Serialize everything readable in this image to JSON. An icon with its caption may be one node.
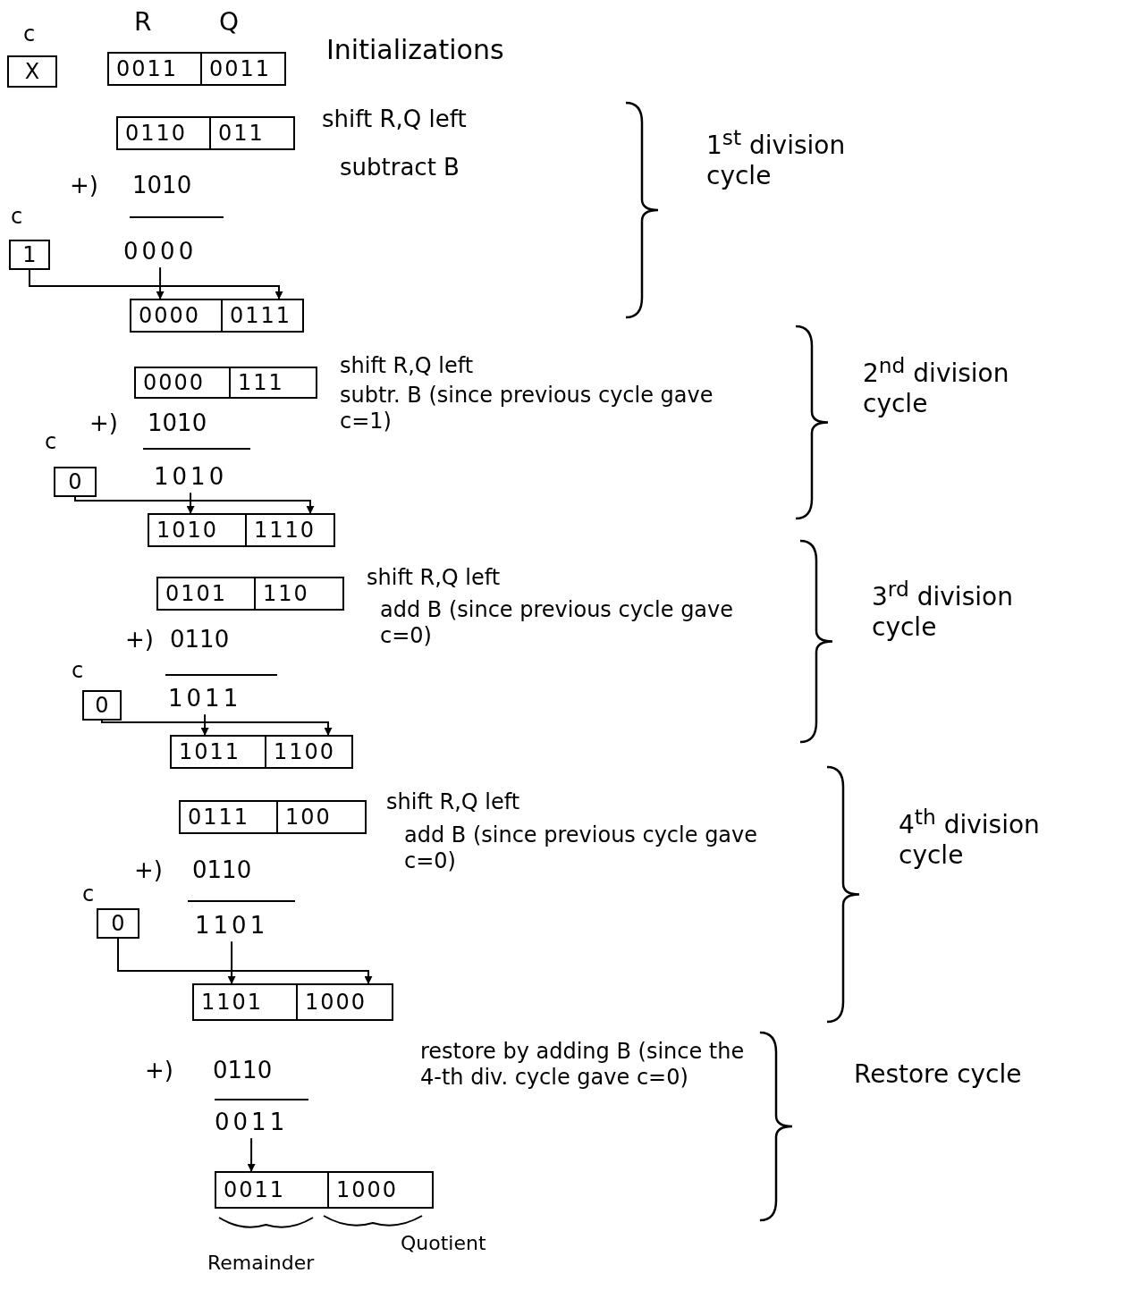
{
  "diagram": {
    "nodes": [
      {
        "text": [
          "X"
        ],
        "beside": [
          "c"
        ]
      },
      {
        "text": [
          "0011",
          "0011"
        ],
        "beside": [
          "R",
          "Q"
        ]
      },
      {
        "text": [
          "0110",
          "011"
        ]
      },
      {
        "text": [
          "1"
        ],
        "beside": [
          "c"
        ]
      },
      {
        "text": [
          "0000"
        ]
      },
      {
        "text": [
          "0000",
          "0111"
        ]
      },
      {
        "text": [
          "0000",
          "111"
        ]
      },
      {
        "text": [
          "0"
        ],
        "beside": [
          "c"
        ]
      },
      {
        "text": [
          "1010"
        ]
      },
      {
        "text": [
          "1010",
          "1110"
        ]
      },
      {
        "text": [
          "0101",
          "110"
        ]
      },
      {
        "text": [
          "0"
        ],
        "beside": [
          "c"
        ]
      },
      {
        "text": [
          "1011"
        ]
      },
      {
        "text": [
          "1011",
          "1100"
        ]
      },
      {
        "text": [
          "0111",
          "100"
        ]
      },
      {
        "text": [
          "0"
        ],
        "beside": [
          "c"
        ]
      },
      {
        "text": [
          "1101"
        ]
      },
      {
        "text": [
          "1101",
          "1000"
        ]
      },
      {
        "text": [
          "0011"
        ]
      },
      {
        "text": [
          "0011",
          "1000"
        ],
        "beside": [
          "Remainder",
          "Quotient"
        ]
      }
    ],
    "edges": [
      {
        "from": 3,
        "to": 5,
        "arrow": "to"
      },
      {
        "from": 4,
        "to": 5,
        "arrow": "to"
      },
      {
        "from": 7,
        "to": 9,
        "arrow": "to"
      },
      {
        "from": 8,
        "to": 9,
        "arrow": "to"
      },
      {
        "from": 11,
        "to": 13,
        "arrow": "to"
      },
      {
        "from": 12,
        "to": 13,
        "arrow": "to"
      },
      {
        "from": 15,
        "to": 17,
        "arrow": "to"
      },
      {
        "from": 16,
        "to": 17,
        "arrow": "to"
      },
      {
        "from": 18,
        "to": 19,
        "arrow": "to"
      }
    ],
    "labels": [
      "Initializations",
      "shift R,Q left",
      "subtract B",
      "1$^{st}$ division cycle",
      "+)",
      "1010",
      "shift R,Q left",
      "subtr. B (since previous cycle gave c=1)",
      "2$^{nd}$ division cycle",
      "+)",
      "1010",
      "shift R,Q left",
      "add B (since previous cycle gave c=0)",
      "3$^{rd}$ division cycle",
      "+)",
      "0110",
      "shift R,Q left",
      "add B (since previous cycle gave c=0)",
      "4$^{th}$ division cycle",
      "+)",
      "0110",
      "+)",
      "0110",
      "restore by adding B (since the 4-th div. cycle gave c=0)",
      "Restore cycle"
    ]
  }
}
